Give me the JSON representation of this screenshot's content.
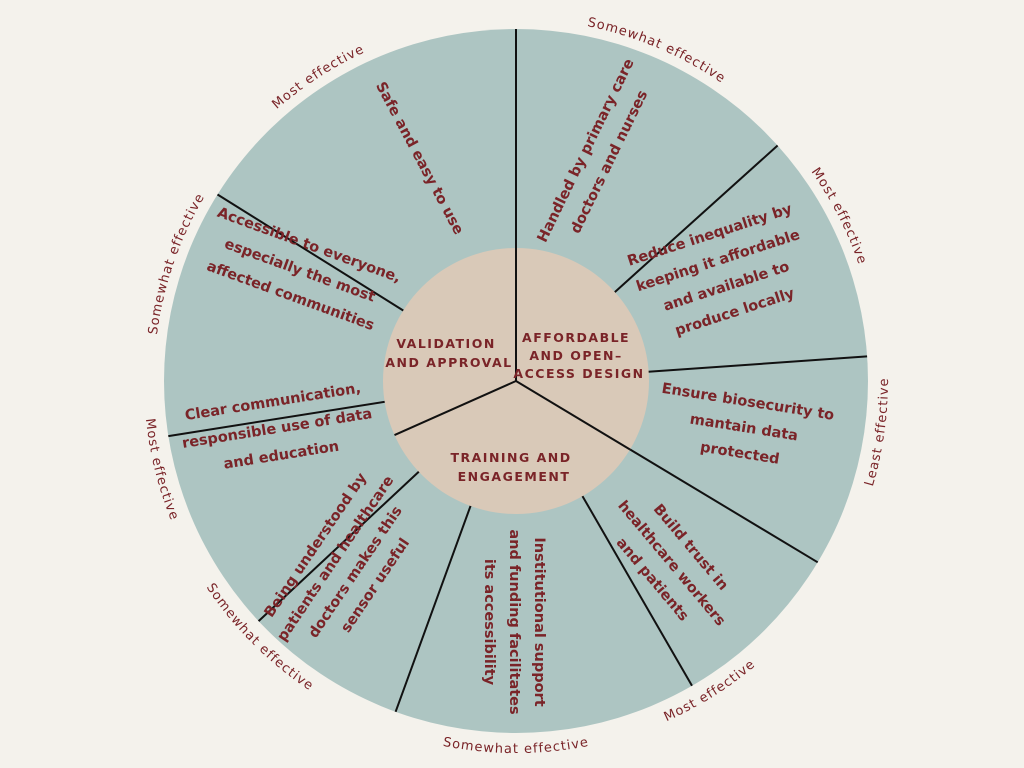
{
  "colors": {
    "background": "#f4f2ec",
    "outer_ring": "#adc5c2",
    "hub": "#d9c9b8",
    "divider": "#111111",
    "text": "#7a2428"
  },
  "hub": {
    "validation": [
      "VALIDATION",
      "AND APPROVAL"
    ],
    "affordable": [
      "AFFORDABLE",
      "AND OPEN–",
      "ACCESS DESIGN"
    ],
    "training": [
      "TRAINING AND",
      "ENGAGEMENT"
    ]
  },
  "segments": [
    {
      "lines": [
        "Safe and easy to use"
      ],
      "rating": "Most effective"
    },
    {
      "lines": [
        "Handled by primary care",
        "doctors and nurses"
      ],
      "rating": "Somewhat effective"
    },
    {
      "lines": [
        "Reduce inequality by",
        "keeping it affordable",
        "and available to",
        "produce locally"
      ],
      "rating": "Most effective"
    },
    {
      "lines": [
        "Ensure biosecurity to",
        "mantain data",
        "protected"
      ],
      "rating": "Least effective"
    },
    {
      "lines": [
        "Build trust in",
        "healthcare workers",
        "and patients"
      ],
      "rating": "Most effective"
    },
    {
      "lines": [
        "Institutional support",
        "and funding facilitates",
        "its accessibility"
      ],
      "rating": "Somewhat effective"
    },
    {
      "lines": [
        "Being understood by",
        "patients and healthcare",
        "doctors makes this",
        "sensor useful"
      ],
      "rating": "Somewhat effective"
    },
    {
      "lines": [
        "Clear communication,",
        "responsible use of data",
        "and education"
      ],
      "rating": "Most effective"
    },
    {
      "lines": [
        "Accessible to everyone,",
        "especially the most",
        "affected communities"
      ],
      "rating": "Somewhat effective"
    }
  ]
}
